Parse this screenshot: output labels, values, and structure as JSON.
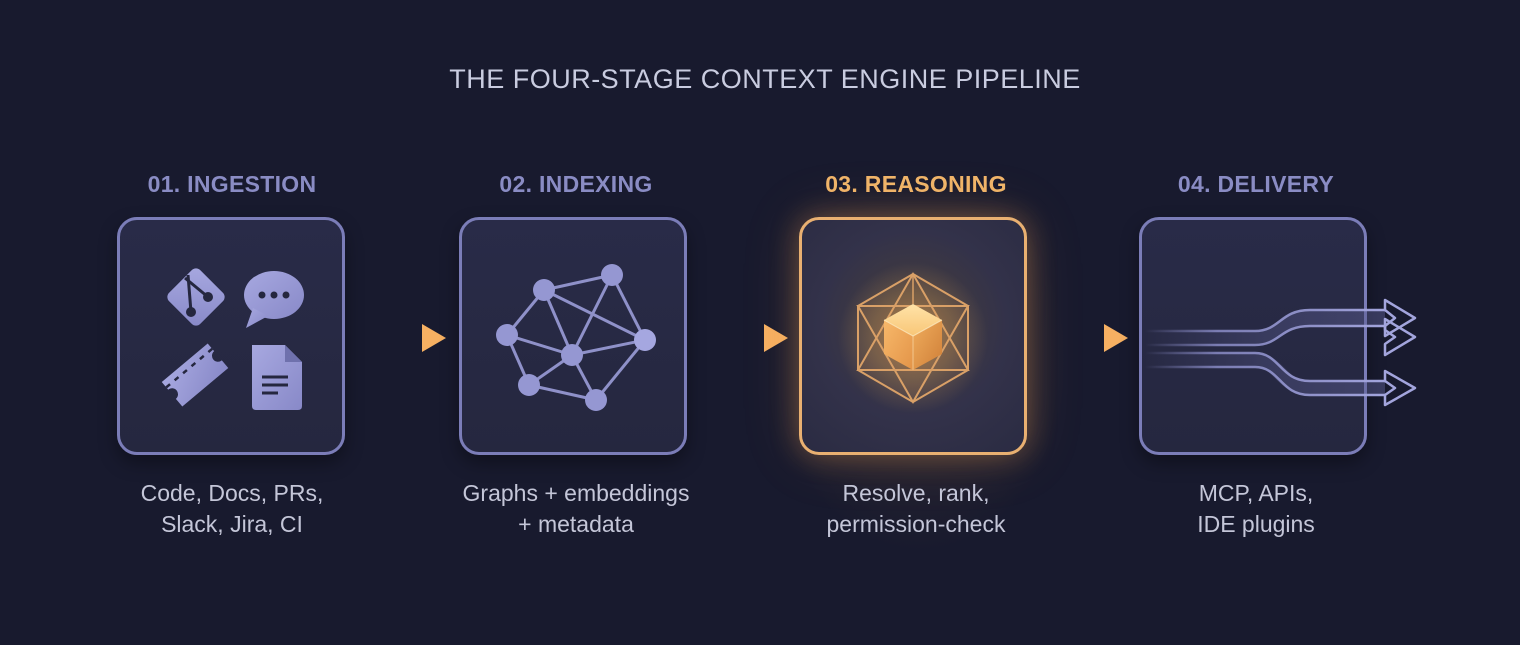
{
  "title": "THE FOUR-STAGE CONTEXT ENGINE PIPELINE",
  "colors": {
    "background": "#181a2e",
    "muted_accent": "#8a8cc4",
    "box_border": "#7b7db8",
    "highlight": "#f0b56a",
    "arrow": "#f2a854",
    "text": "#c4c6d8"
  },
  "stages": [
    {
      "label": "01. INGESTION",
      "icons": [
        "git-icon",
        "chat-bubble-icon",
        "ticket-icon",
        "document-icon"
      ],
      "desc_line1": "Code, Docs, PRs,",
      "desc_line2": "Slack, Jira, CI",
      "active": false
    },
    {
      "label": "02. INDEXING",
      "icons": [
        "knowledge-graph-icon"
      ],
      "desc_line1": "Graphs + embeddings",
      "desc_line2": "+ metadata",
      "active": false
    },
    {
      "label": "03. REASONING",
      "icons": [
        "glowing-cube-icon"
      ],
      "desc_line1": "Resolve, rank,",
      "desc_line2": "permission-check",
      "active": true
    },
    {
      "label": "04. DELIVERY",
      "icons": [
        "output-streams-icon"
      ],
      "desc_line1": "MCP, APIs,",
      "desc_line2": "IDE plugins",
      "active": false
    }
  ],
  "connectors": [
    "arrow-1-to-2",
    "arrow-2-to-3",
    "arrow-3-to-4"
  ]
}
